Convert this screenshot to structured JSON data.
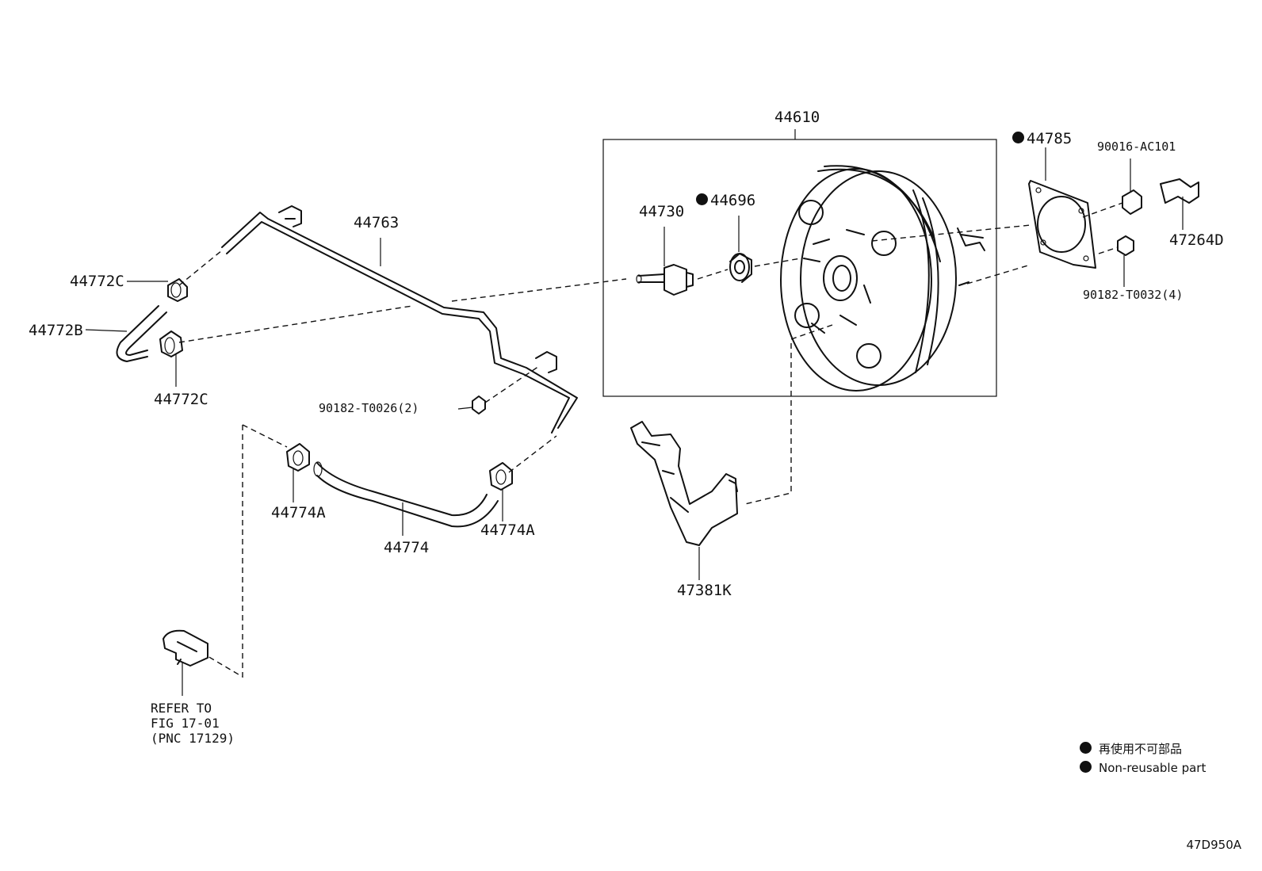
{
  "parts": {
    "booster_assy": "44610",
    "gasket": "44785",
    "nut_a": "90016-AC101",
    "bracket_small": "47264D",
    "nut_b": "90182-T0032(4)",
    "check_valve": "44730",
    "grommet": "44696",
    "vacuum_pipe": "44763",
    "clip_c_upper": "44772C",
    "hose_b": "44772B",
    "clip_c_lower": "44772C",
    "nut_c": "90182-T0026(2)",
    "clip_a_left": "44774A",
    "hose": "44774",
    "clip_a_right": "44774A",
    "bracket_large": "47381K"
  },
  "non_reusable": [
    "44785",
    "44696"
  ],
  "reference": {
    "line1": "REFER TO",
    "line2": "FIG 17-01",
    "line3": "(PNC 17129)"
  },
  "legend": {
    "ja": "再使用不可部品",
    "en": "Non-reusable part"
  },
  "figure_code": "47D950A"
}
